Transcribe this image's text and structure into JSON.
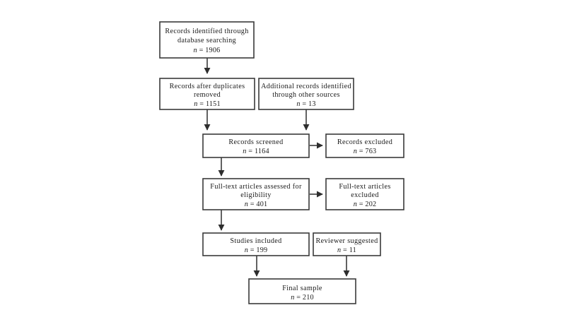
{
  "diagram": {
    "type": "prisma-flow-diagram",
    "title": "",
    "colors": {
      "box_stroke": "#3a3a3a",
      "box_fill": "#ffffff",
      "line": "#2e2e2e",
      "text": "#1a1a1a",
      "background": "#ffffff"
    },
    "nodes": [
      {
        "id": "records-identified",
        "lines": [
          "Records identified through",
          "database searching"
        ],
        "count_label": "n",
        "count_value": "1906",
        "count_text": "n = 1906"
      },
      {
        "id": "records-after-duplicates",
        "lines": [
          "Records after duplicates",
          "removed"
        ],
        "count_label": "n",
        "count_value": "1151",
        "count_text": "n = 1151"
      },
      {
        "id": "additional-records",
        "lines": [
          "Additional records identified",
          "through other sources"
        ],
        "count_label": "n",
        "count_value": "13",
        "count_text": "n = 13"
      },
      {
        "id": "records-screened",
        "lines": [
          "Records screened"
        ],
        "count_label": "n",
        "count_value": "1164",
        "count_text": "n = 1164"
      },
      {
        "id": "records-excluded",
        "lines": [
          "Records excluded"
        ],
        "count_label": "n",
        "count_value": "763",
        "count_text": "n = 763"
      },
      {
        "id": "fulltext-assessed",
        "lines": [
          "Full-text articles assessed for",
          "eligibility"
        ],
        "count_label": "n",
        "count_value": "401",
        "count_text": "n = 401"
      },
      {
        "id": "fulltext-excluded",
        "lines": [
          "Full-text articles",
          "excluded"
        ],
        "count_label": "n",
        "count_value": "202",
        "count_text": "n = 202"
      },
      {
        "id": "studies-included",
        "lines": [
          "Studies included"
        ],
        "count_label": "n",
        "count_value": "199",
        "count_text": "n = 199"
      },
      {
        "id": "reviewer-suggested",
        "lines": [
          "Reviewer suggested"
        ],
        "count_label": "n",
        "count_value": "11",
        "count_text": "n = 11"
      },
      {
        "id": "final-sample",
        "lines": [
          "Final sample"
        ],
        "count_label": "n",
        "count_value": "210",
        "count_text": "n = 210"
      }
    ],
    "edges": [
      {
        "from": "records-identified",
        "to": "records-after-duplicates",
        "direction": "down"
      },
      {
        "from": "records-after-duplicates",
        "to": "records-screened",
        "direction": "down"
      },
      {
        "from": "additional-records",
        "to": "records-screened",
        "direction": "down"
      },
      {
        "from": "records-screened",
        "to": "records-excluded",
        "direction": "right"
      },
      {
        "from": "records-screened",
        "to": "fulltext-assessed",
        "direction": "down"
      },
      {
        "from": "fulltext-assessed",
        "to": "fulltext-excluded",
        "direction": "right"
      },
      {
        "from": "fulltext-assessed",
        "to": "studies-included",
        "direction": "down"
      },
      {
        "from": "studies-included",
        "to": "final-sample",
        "direction": "down"
      },
      {
        "from": "reviewer-suggested",
        "to": "final-sample",
        "direction": "down"
      }
    ]
  },
  "text": {
    "n1_l1": "Records identified through",
    "n1_l2": "database searching",
    "n1_n": "= 1906",
    "n2_l1": "Records after duplicates",
    "n2_l2": "removed",
    "n2_n": "= 1151",
    "n3_l1": "Additional records identified",
    "n3_l2": "through other sources",
    "n3_n": "= 13",
    "n4_l1": "Records screened",
    "n4_n": "= 1164",
    "n5_l1": "Records excluded",
    "n5_n": "= 763",
    "n6_l1": "Full-text articles assessed for",
    "n6_l2": "eligibility",
    "n6_n": "= 401",
    "n7_l1": "Full-text articles",
    "n7_l2": "excluded",
    "n7_n": "= 202",
    "n8_l1": "Studies included",
    "n8_n": "= 199",
    "n9_l1": "Reviewer suggested",
    "n9_n": "= 11",
    "n10_l1": "Final sample",
    "n10_n": "= 210",
    "italic_n": "n"
  }
}
